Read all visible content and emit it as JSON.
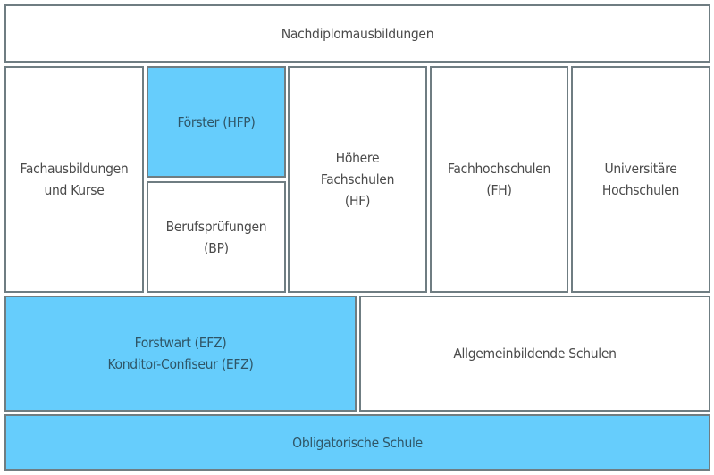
{
  "boxes": {
    "nachdiplom": "Nachdiplomausbildungen",
    "fachausbildungen": "Fachausbildungen\nund Kurse",
    "foerster": "Förster (HFP)",
    "berufspruefungen": "Berufsprüfungen\n(BP)",
    "hoehere_fachschulen": "Höhere\nFachschulen\n(HF)",
    "fachhochschulen": "Fachhochschulen\n(FH)",
    "universitaere": "Universitäre\nHochschulen",
    "forstwart": "Forstwart (EFZ)\nKonditor-Confiseur (EFZ)",
    "allgemeinbildende": "Allgemeinbildende Schulen",
    "obligatorische": "Obligatorische Schule"
  },
  "colors": {
    "highlight": "#66cdfc",
    "border": "#6f7d82"
  }
}
